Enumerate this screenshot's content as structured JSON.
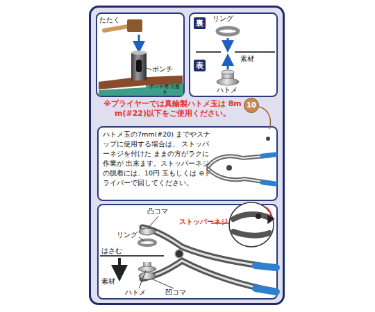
{
  "diagram": {
    "nodes": [
      {
        "text": [
          "※プライヤーでは真鍮製ハトメ玉は 8mm(#22)以下をご使用ください。"
        ]
      },
      {
        "text": [
          "たたく",
          "ポンチ",
          "素材"
        ],
        "in": 0
      },
      {
        "text": [
          "ポンチ用 台敷き"
        ],
        "in": 1
      },
      {
        "text": [
          "リング",
          "素材",
          "ハトメ"
        ],
        "in": 0
      },
      {
        "text": [
          "裏"
        ],
        "in": 3
      },
      {
        "text": [
          "表"
        ],
        "in": 3
      },
      {
        "text": [
          "10"
        ],
        "in": 0
      },
      {
        "text": [
          "ハトメ玉の7mm(#20) までやスナップに使用する場合は、 ストッパーネジを付けた ままの方がラクに作業が 出来ます。ストッパーネジの脱着には、10円 玉もしくは ⊖ドライバーで回してください。"
        ],
        "in": 0
      },
      {
        "text": [
          "凸コマ",
          "ストッパーネジ",
          "リング",
          "はさむ",
          "素材",
          "ハトメ",
          "凹コマ"
        ],
        "in": 0
      }
    ]
  }
}
